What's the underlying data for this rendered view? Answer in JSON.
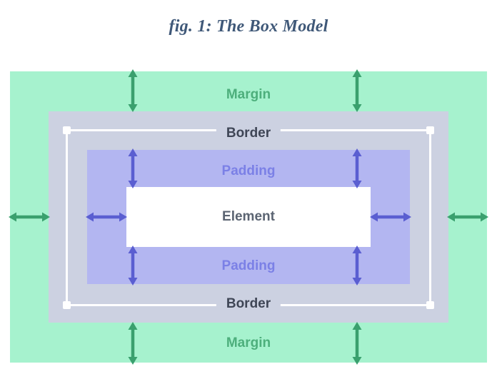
{
  "title": "fig. 1: The Box Model",
  "labels": {
    "margin": "Margin",
    "border": "Border",
    "padding": "Padding",
    "element": "Element"
  },
  "colors": {
    "title_color": "#3f5878",
    "margin_bg": "#a6f2ce",
    "border_bg": "#ccd1e1",
    "padding_bg": "#b3b6f1",
    "element_bg": "#ffffff",
    "margin_text": "#4daf7c",
    "border_text": "#3f4656",
    "padding_text": "#7b80e6",
    "element_text": "#5b6472",
    "green_arrow": "#3aa06e",
    "purple_arrow": "#5a5ed1",
    "outline": "#ffffff"
  }
}
